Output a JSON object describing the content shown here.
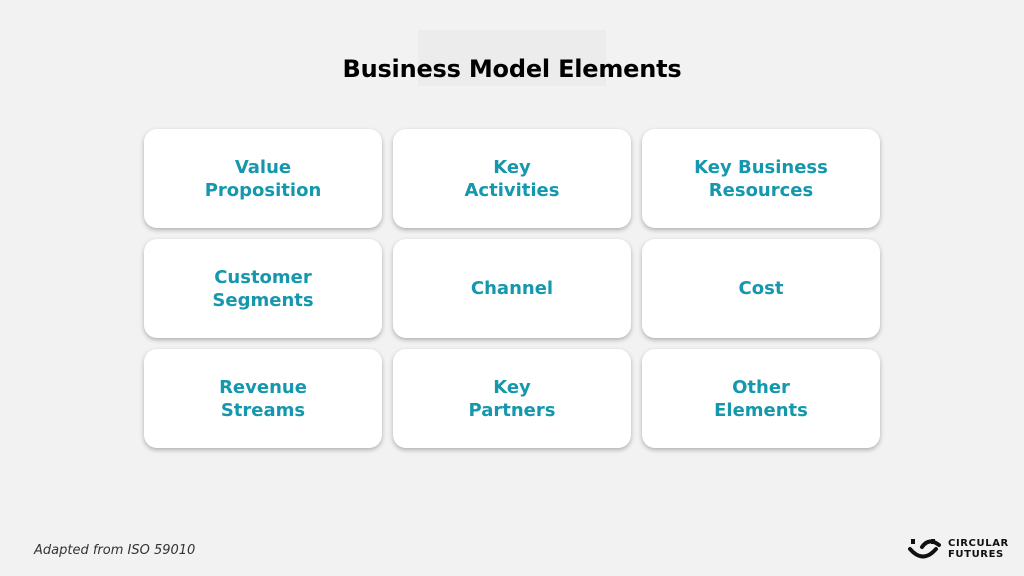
{
  "title": "Business Model Elements",
  "cards": [
    {
      "label": "Value\nProposition"
    },
    {
      "label": "Key\nActivities"
    },
    {
      "label": "Key Business\nResources"
    },
    {
      "label": "Customer\nSegments"
    },
    {
      "label": "Channel"
    },
    {
      "label": "Cost"
    },
    {
      "label": "Revenue\nStreams"
    },
    {
      "label": "Key\nPartners"
    },
    {
      "label": "Other\nElements"
    }
  ],
  "footer": {
    "source": "Adapted from ISO 59010"
  },
  "logo": {
    "line1": "CIRCULAR",
    "line2": "FUTURES",
    "icon": "circular-futures-logo-icon"
  },
  "colors": {
    "background": "#f2f2f2",
    "card_text": "#1597ad",
    "title": "#000000"
  }
}
